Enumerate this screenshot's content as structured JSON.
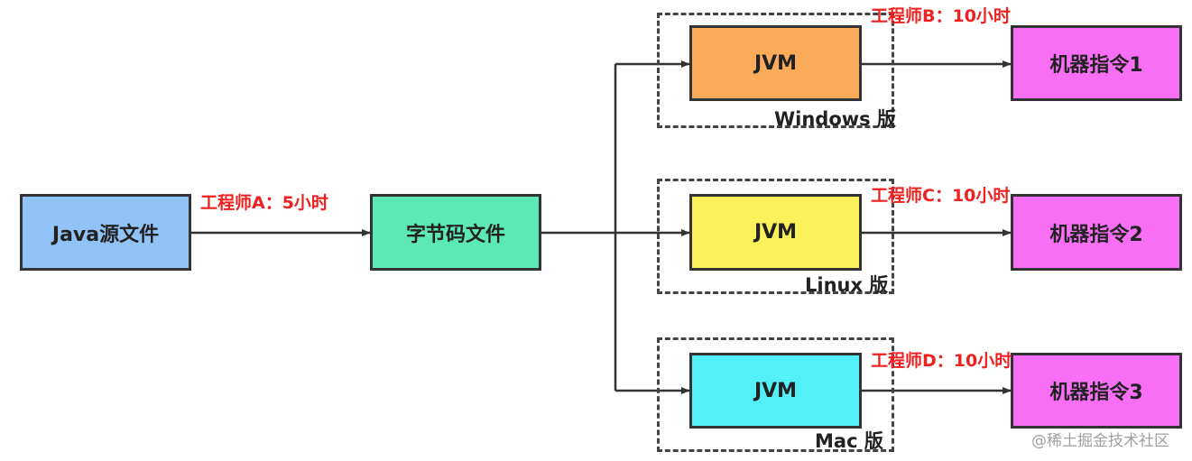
{
  "colors": {
    "java_source": "#91c3f7",
    "bytecode": "#5de9b5",
    "jvm_windows": "#fbac5b",
    "jvm_linux": "#fbf25b",
    "jvm_mac": "#54f0f8",
    "machine_code": "#f86ff6",
    "note_red": "#ee2020",
    "line": "#333333"
  },
  "nodes": {
    "java_source": "Java源文件",
    "bytecode": "字节码文件",
    "jvm_windows": "JVM",
    "jvm_linux": "JVM",
    "jvm_mac": "JVM",
    "machine_code_1": "机器指令1",
    "machine_code_2": "机器指令2",
    "machine_code_3": "机器指令3"
  },
  "platforms": {
    "windows": "Windows 版",
    "linux": "Linux 版",
    "mac": "Mac 版"
  },
  "notes": {
    "engineer_a": "工程师A：5小时",
    "engineer_b": "工程师B：10小时",
    "engineer_c": "工程师C：10小时",
    "engineer_d": "工程师D：10小时"
  },
  "watermark": "@稀土掘金技术社区"
}
